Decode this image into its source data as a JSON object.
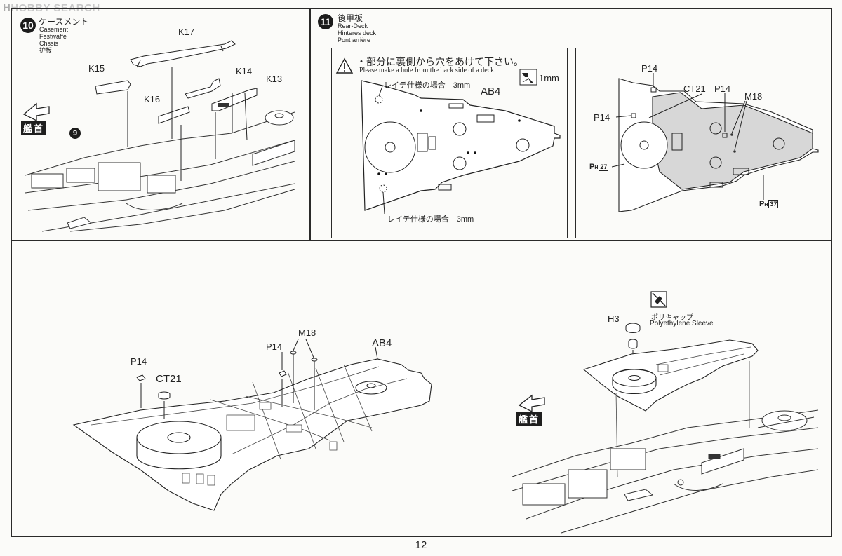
{
  "watermark": {
    "logo": "H",
    "text": "HOBBY SEARCH"
  },
  "page_number": "12",
  "step10": {
    "number": "10",
    "title_jp": "ケースメント",
    "title_en": "Casement",
    "title_de": "Festwaffe",
    "title_fr": "Chssis",
    "title_cn": "护板",
    "parts": [
      "K17",
      "K15",
      "K14",
      "K16",
      "K13"
    ],
    "bow_label": "艦首",
    "ref_step": "9"
  },
  "step11": {
    "number": "11",
    "title_jp": "後甲板",
    "title_en": "Rear-Deck",
    "title_de": "Hinteres deck",
    "title_fr": "Pont arrière",
    "warning_jp": "・部分に裏側から穴をあけて下さい。",
    "warning_en": "Please make a hole from the back side of a deck.",
    "drill_size": "1mm",
    "leyte_note_1": "レイテ仕様の場合　3mm",
    "leyte_note_2": "レイテ仕様の場合　3mm",
    "part_ab4": "AB4",
    "right_panel": {
      "p14_top": "P14",
      "ct21": "CT21",
      "p14_mid": "P14",
      "m18": "M18",
      "p14_left": "P14",
      "ph_prefix_1": "P",
      "ph_sub_1": "H",
      "ph_ref_1": "27",
      "ph_prefix_2": "P",
      "ph_sub_2": "H",
      "ph_ref_2": "37"
    }
  },
  "assembly_left": {
    "m18": "M18",
    "p14_a": "P14",
    "ab4": "AB4",
    "p14_b": "P14",
    "ct21": "CT21"
  },
  "assembly_right": {
    "h3": "H3",
    "polycap_jp": "ポリキャップ",
    "polycap_en": "Polyethylene Sleeve",
    "bow_label": "艦首"
  }
}
